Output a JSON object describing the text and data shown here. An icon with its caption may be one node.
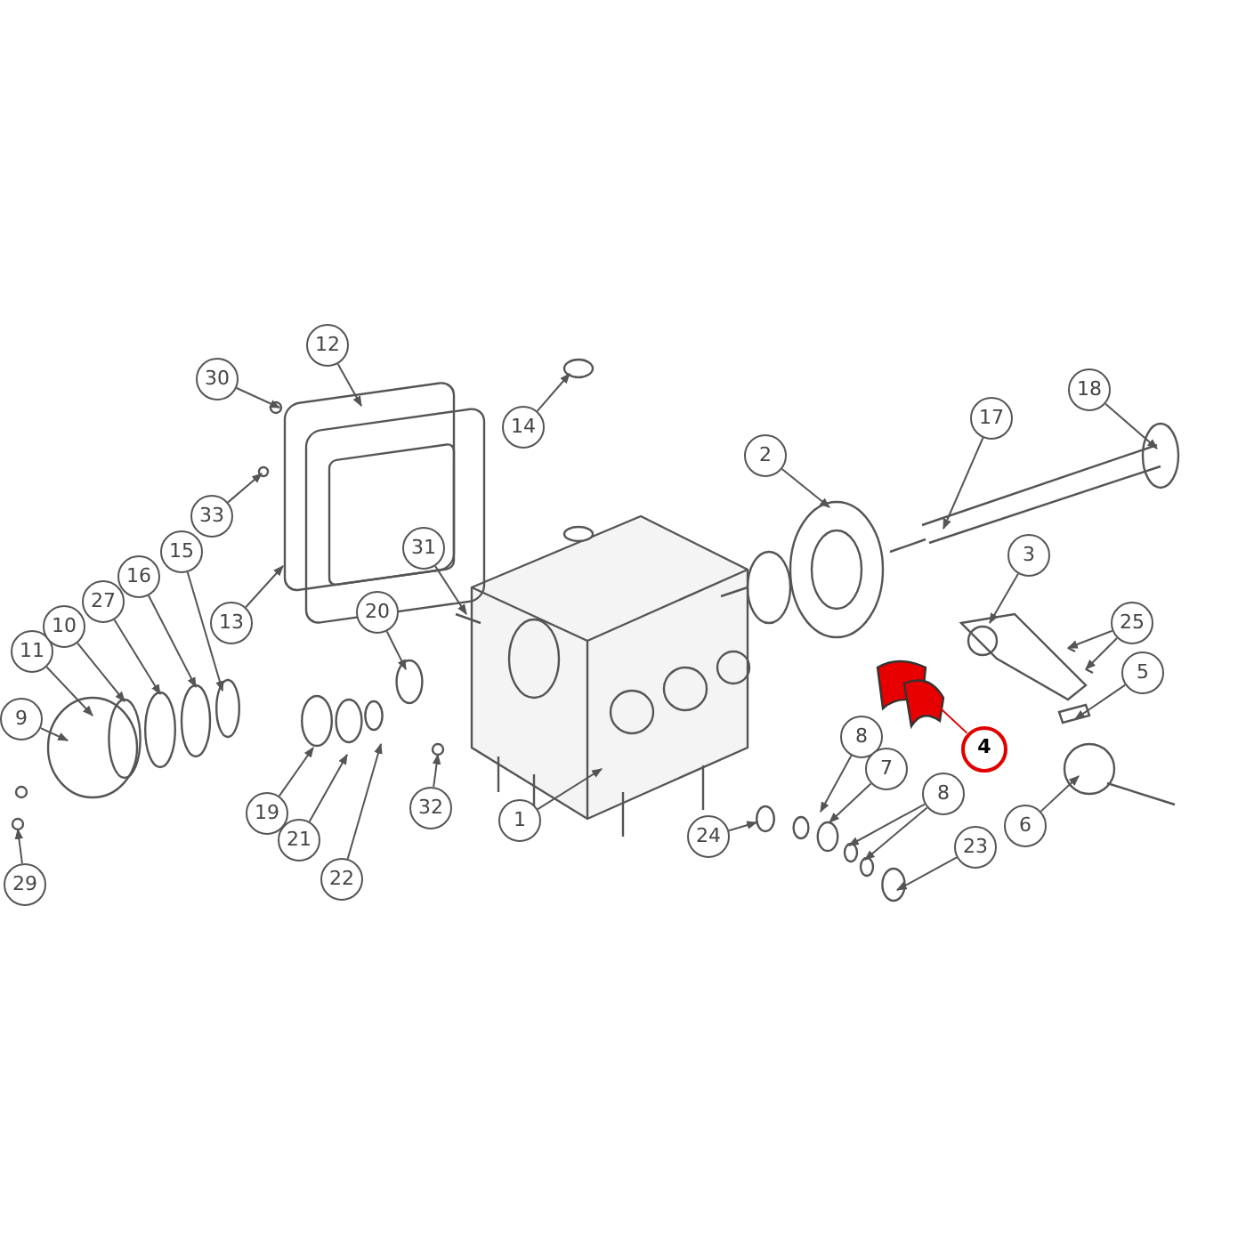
{
  "diagram": {
    "nodes": [
      {
        "text": [
          "30"
        ]
      },
      {
        "text": [
          "12"
        ]
      },
      {
        "text": [
          "14"
        ]
      },
      {
        "text": [
          "33"
        ]
      },
      {
        "text": [
          "13"
        ]
      },
      {
        "text": [
          "31"
        ]
      },
      {
        "text": [
          "20"
        ]
      },
      {
        "text": [
          "2"
        ]
      },
      {
        "text": [
          "17"
        ]
      },
      {
        "text": [
          "18"
        ]
      },
      {
        "text": [
          "3"
        ]
      },
      {
        "text": [
          "25"
        ]
      },
      {
        "text": [
          "5"
        ]
      },
      {
        "text": [
          "11"
        ]
      },
      {
        "text": [
          "10"
        ]
      },
      {
        "text": [
          "27"
        ]
      },
      {
        "text": [
          "16"
        ]
      },
      {
        "text": [
          "15"
        ]
      },
      {
        "text": [
          "9"
        ]
      },
      {
        "text": [
          "19"
        ]
      },
      {
        "text": [
          "21"
        ]
      },
      {
        "text": [
          "22"
        ]
      },
      {
        "text": [
          "32"
        ]
      },
      {
        "text": [
          "1"
        ]
      },
      {
        "text": [
          "8"
        ]
      },
      {
        "text": [
          "7"
        ]
      },
      {
        "text": [
          "24"
        ]
      },
      {
        "text": [
          "8"
        ]
      },
      {
        "text": [
          "23"
        ]
      },
      {
        "text": [
          "6"
        ]
      },
      {
        "text": [
          "4"
        ]
      },
      {
        "text": [
          "29"
        ]
      }
    ],
    "edges": [
      {
        "from": 0,
        "to": null,
        "arrow": "to"
      },
      {
        "from": 1,
        "to": null,
        "arrow": "to"
      },
      {
        "from": 2,
        "to": null,
        "arrow": "to"
      },
      {
        "from": 3,
        "to": null,
        "arrow": "to"
      },
      {
        "from": 4,
        "to": null,
        "arrow": "to"
      },
      {
        "from": 5,
        "to": null,
        "arrow": "to"
      },
      {
        "from": 6,
        "to": null,
        "arrow": "to"
      },
      {
        "from": 7,
        "to": null,
        "arrow": "to"
      },
      {
        "from": 8,
        "to": null,
        "arrow": "to"
      },
      {
        "from": 9,
        "to": null,
        "arrow": "to"
      },
      {
        "from": 10,
        "to": null,
        "arrow": "to"
      },
      {
        "from": 11,
        "to": null,
        "arrow": "to"
      },
      {
        "from": 11,
        "to": null,
        "arrow": "to"
      },
      {
        "from": 12,
        "to": null,
        "arrow": "to"
      },
      {
        "from": 13,
        "to": null,
        "arrow": "to"
      },
      {
        "from": 14,
        "to": null,
        "arrow": "to"
      },
      {
        "from": 15,
        "to": null,
        "arrow": "to"
      },
      {
        "from": 16,
        "to": null,
        "arrow": "to"
      },
      {
        "from": 17,
        "to": null,
        "arrow": "to"
      },
      {
        "from": 18,
        "to": null,
        "arrow": "to"
      },
      {
        "from": 19,
        "to": null,
        "arrow": "to"
      },
      {
        "from": 20,
        "to": null,
        "arrow": "to"
      },
      {
        "from": 21,
        "to": null,
        "arrow": "to"
      },
      {
        "from": 22,
        "to": null,
        "arrow": "to"
      },
      {
        "from": 23,
        "to": null,
        "arrow": "to"
      },
      {
        "from": 24,
        "to": null,
        "arrow": "to"
      },
      {
        "from": 25,
        "to": null,
        "arrow": "to"
      },
      {
        "from": 26,
        "to": null,
        "arrow": "to"
      },
      {
        "from": 27,
        "to": null,
        "arrow": "to"
      },
      {
        "from": 27,
        "to": null,
        "arrow": "to"
      },
      {
        "from": 28,
        "to": null,
        "arrow": "to"
      },
      {
        "from": 29,
        "to": null,
        "arrow": "to"
      },
      {
        "from": 30,
        "to": null,
        "arrow": "to",
        "color": "#e00000"
      },
      {
        "from": 31,
        "to": null,
        "arrow": "to"
      }
    ]
  }
}
